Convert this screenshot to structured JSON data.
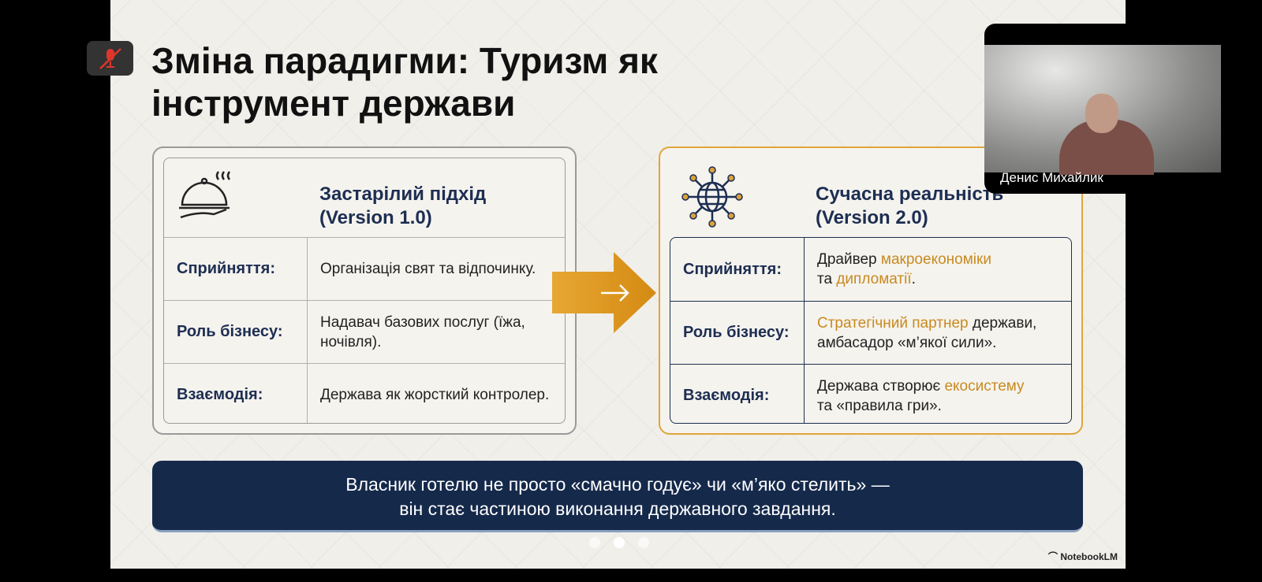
{
  "title": "Зміна парадигми: Туризм як інструмент держави",
  "title_line1": "Зміна парадигми: Туризм як",
  "title_line2": "інструмент держави",
  "old": {
    "heading1": "Застарілий підхід",
    "heading2": "(Version 1.0)",
    "icon": "cloche-icon",
    "rows": [
      {
        "label": "Сприйняття:",
        "value": "Організація свят та відпочинку."
      },
      {
        "label": "Роль бізнесу:",
        "value": "Надавач базових послуг (їжа, ночівля)."
      },
      {
        "label": "Взаємодія:",
        "value": "Держава як жорсткий контролер."
      }
    ]
  },
  "new": {
    "heading1": "Сучасна реальність",
    "heading2": "(Version 2.0)",
    "icon": "globe-network-icon",
    "rows": [
      {
        "label": "Сприйняття:",
        "parts": [
          "Драйвер ",
          "макроекономіки",
          " та ",
          "дипломатії",
          "."
        ]
      },
      {
        "label": "Роль бізнесу:",
        "parts": [
          "",
          "Стратегічний партнер",
          " держави, амбасадор «м’якої сили»."
        ]
      },
      {
        "label": "Взаємодія:",
        "parts": [
          "Держава створює ",
          "екосистему",
          " та «правила гри»."
        ]
      }
    ]
  },
  "banner": {
    "line1": "Власник готелю не просто «смачно годує» чи «м’яко стелить» —",
    "line2": "він стає частиною виконання державного завдання."
  },
  "brand": "NotebookLM",
  "participant": {
    "name": "Денис Михайлик",
    "muted": true
  },
  "colors": {
    "accent": "#e0a63a",
    "navy": "#15294b",
    "mute": "#e0352b"
  }
}
